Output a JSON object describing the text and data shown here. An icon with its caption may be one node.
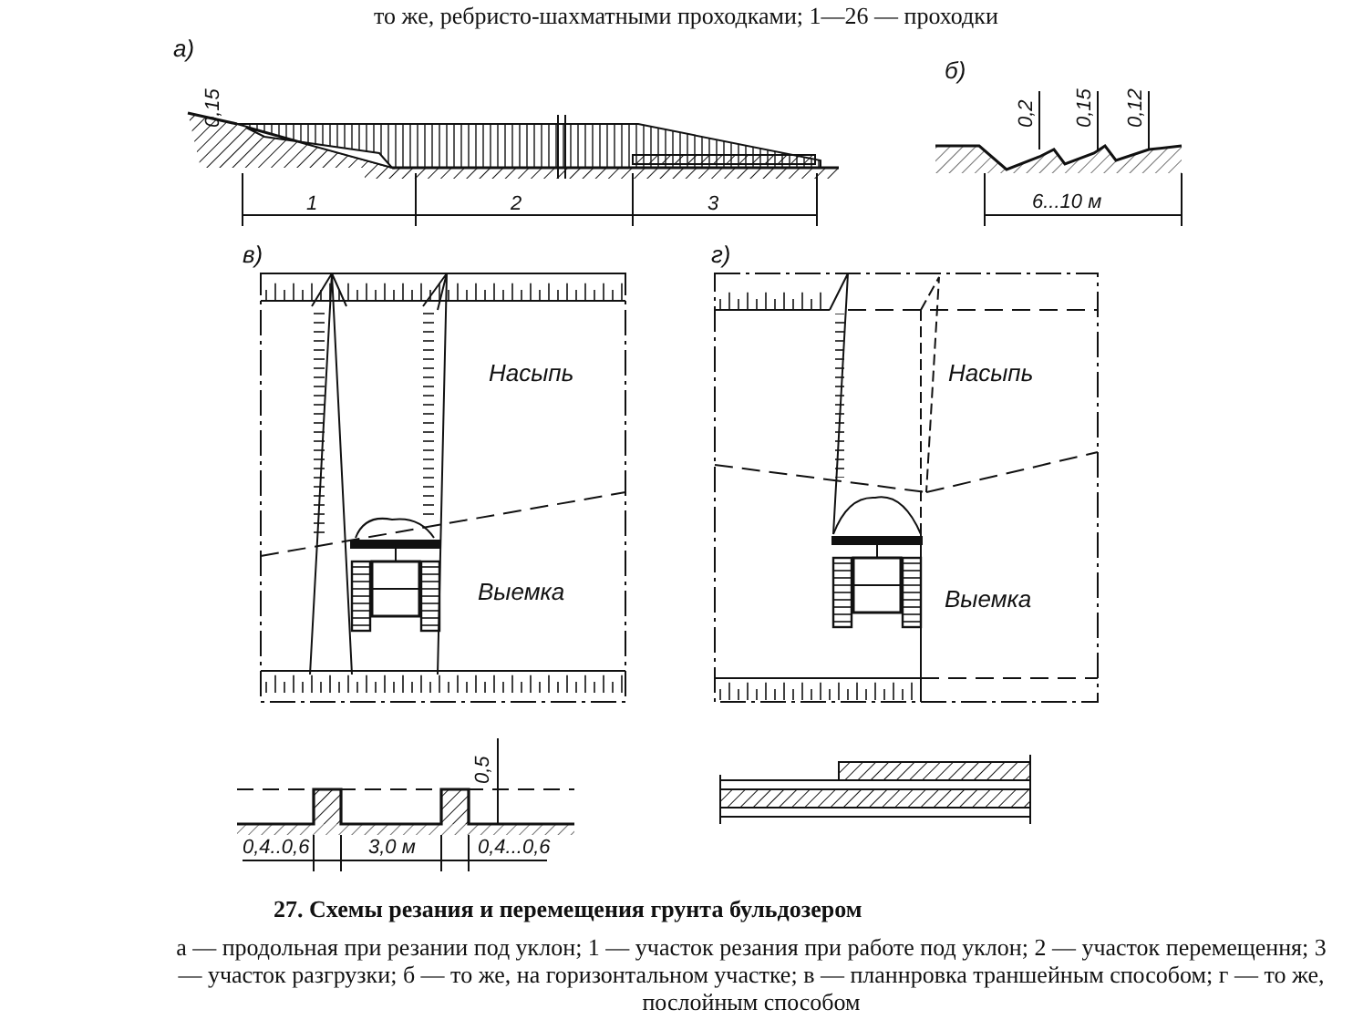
{
  "diagram": {
    "caption": "27. Схемы резания и перемещения грунта бульдозером",
    "labels": [
      "то же, ребристо-шахматными проходками; 1—26 — проходки",
      "а)",
      "0,15",
      "1",
      "2",
      "3",
      "б)",
      "0,2",
      "0,15",
      "0,12",
      "6...10 м",
      "в)",
      "Насыпь",
      "Выемка",
      "г)",
      "Насыпь",
      "Выемка",
      "0,5",
      "0,4..0,6",
      "3,0 м",
      "0,4...0,6",
      "а — продольная при резании под уклон; 1 — участок резания при работе под уклон; 2 — участок перемещення; 3 — участок разгрузки; б — то же, на горизонтальном участке; в — планнровка траншейным способом; г — то же, послойным способом"
    ]
  }
}
